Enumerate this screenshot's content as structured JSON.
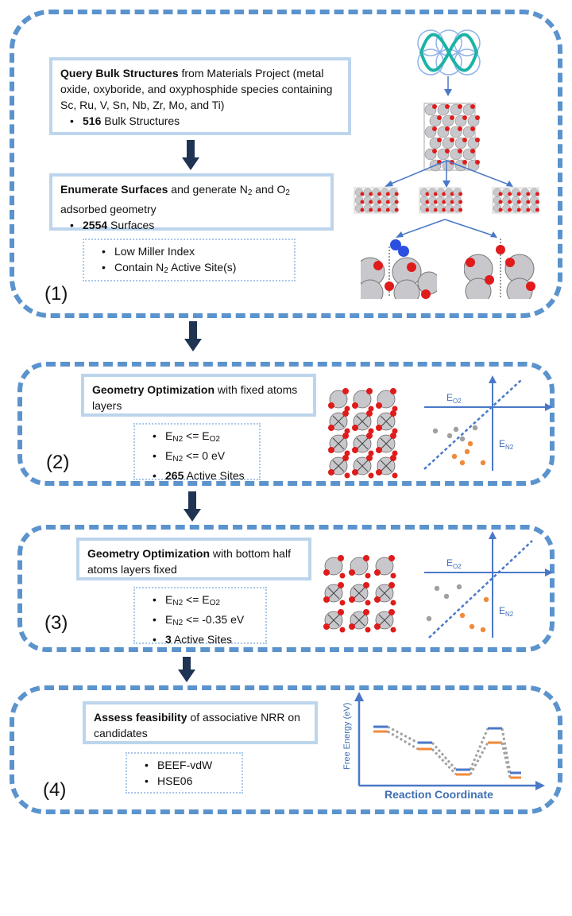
{
  "stage1": {
    "label": "(1)",
    "box1": {
      "bold": "Query Bulk Structures",
      "rest": " from Materials Project (metal oxide, oxyboride, and oxyphosphide species containing Sc, Ru, V, Sn, Nb, Zr, Mo, and Ti)",
      "item_bold": "516",
      "item_rest": " Bulk Structures"
    },
    "box2": {
      "bold": "Enumerate Surfaces",
      "rest_a": " and generate N",
      "sub_a": "2",
      "rest_b": " and O",
      "sub_b": "2",
      "rest_c": " adsorbed geometry",
      "item_bold": "2554",
      "item_rest": " Surfaces"
    },
    "filters": {
      "item1": "Low Miller Index",
      "item2_a": "Contain N",
      "item2_sub": "2",
      "item2_b": " Active Site(s)"
    }
  },
  "stage2": {
    "label": "(2)",
    "box": {
      "bold": "Geometry Optimization",
      "rest": " with fixed atoms layers"
    },
    "criteria": {
      "c1_a": "E",
      "c1_sub1": "N2",
      "c1_mid": " <= E",
      "c1_sub2": "O2",
      "c2_a": "E",
      "c2_sub": "N2",
      "c2_b": " <= 0 eV",
      "c3_bold": "265",
      "c3_rest": " Active Sites"
    },
    "plot": {
      "x_label": "E",
      "x_sub": "O2",
      "y_label": "E",
      "y_sub": "N2"
    }
  },
  "stage3": {
    "label": "(3)",
    "box": {
      "bold": "Geometry Optimization",
      "rest": " with bottom half atoms layers fixed"
    },
    "criteria": {
      "c1_a": "E",
      "c1_sub1": "N2",
      "c1_mid": " <= E",
      "c1_sub2": "O2",
      "c2_a": "E",
      "c2_sub": "N2",
      "c2_b": " <= -0.35 eV",
      "c3_bold": "3",
      "c3_rest": " Active Sites"
    },
    "plot": {
      "x_label": "E",
      "x_sub": "O2",
      "y_label": "E",
      "y_sub": "N2"
    }
  },
  "stage4": {
    "label": "(4)",
    "box": {
      "bold": "Assess feasibility",
      "rest": " of associative NRR on candidates"
    },
    "methods": {
      "m1": "BEEF-vdW",
      "m2": "HSE06"
    },
    "plot": {
      "y_label": "Free Energy (eV)",
      "x_label": "Reaction Coordinate"
    }
  },
  "colors": {
    "dash_border": "#5b93cd",
    "box_border": "#bcd5ec",
    "arrow": "#1f3352",
    "oxygen": "#e01b1b",
    "metal": "#c8c8cc",
    "nitrogen": "#2b4fe0",
    "series_blue": "#4a78c8",
    "series_orange": "#f08a3a",
    "guide_gray": "#a0a0a0"
  }
}
